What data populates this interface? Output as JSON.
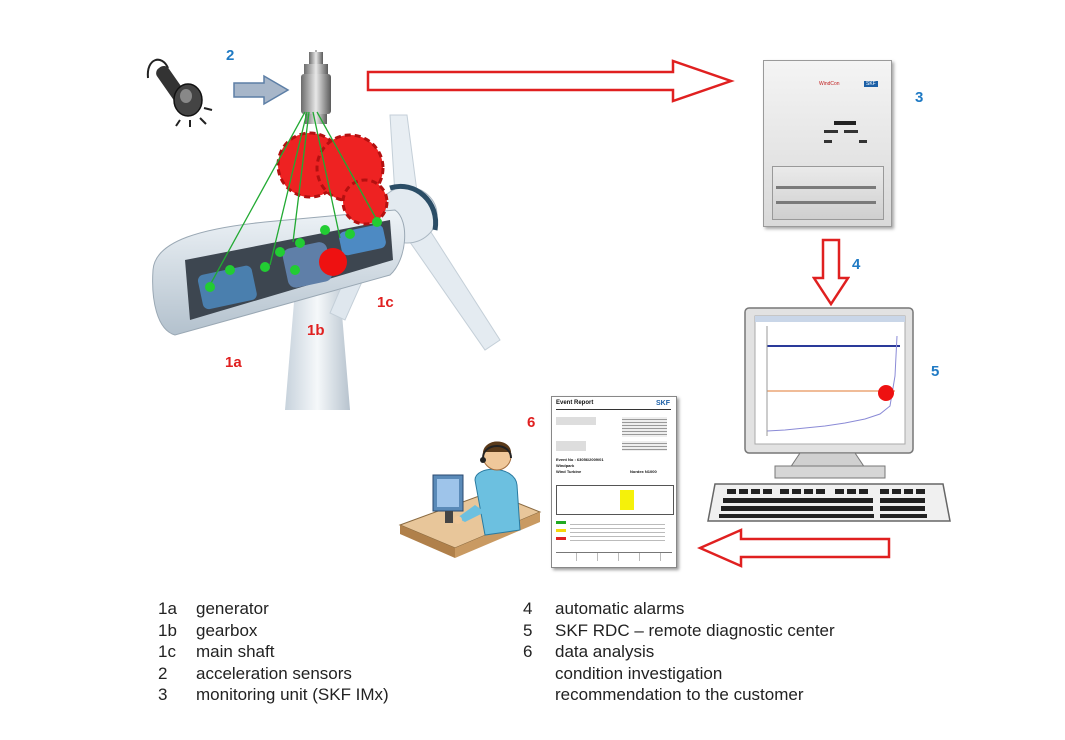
{
  "labels": {
    "sensors_num": "2",
    "monitor_num": "3",
    "alarm_num": "4",
    "rdc_num": "5",
    "report_num": "6",
    "generator_num": "1a",
    "gearbox_num": "1b",
    "shaft_num": "1c"
  },
  "monitor_unit": {
    "brand": "SKF",
    "product": "WindCon"
  },
  "report": {
    "title": "Event Report",
    "brand": "SKF",
    "event_no": "Event No : 63056/2009/01",
    "windpark": "Windpark",
    "turbine": "Wind Turbine",
    "nordex": "Nordex N1000"
  },
  "legend_left": [
    {
      "key": "1a",
      "label": "generator"
    },
    {
      "key": "1b",
      "label": "gearbox"
    },
    {
      "key": "1c",
      "label": "main shaft"
    },
    {
      "key": "2",
      "label": "acceleration sensors"
    },
    {
      "key": "3",
      "label": "monitoring unit (SKF IMx)"
    }
  ],
  "legend_right": [
    {
      "key": "4",
      "label": "automatic alarms"
    },
    {
      "key": "5",
      "label": "SKF RDC – remote diagnostic center"
    },
    {
      "key": "6",
      "label": "data analysis"
    },
    {
      "key": "",
      "label": "condition investigation"
    },
    {
      "key": "",
      "label": "recommendation to the customer"
    }
  ],
  "colors": {
    "accent_blue": "#1f7ac4",
    "accent_red": "#e02020",
    "sensor_green": "#22cc33",
    "gear_red": "#ee2222"
  }
}
